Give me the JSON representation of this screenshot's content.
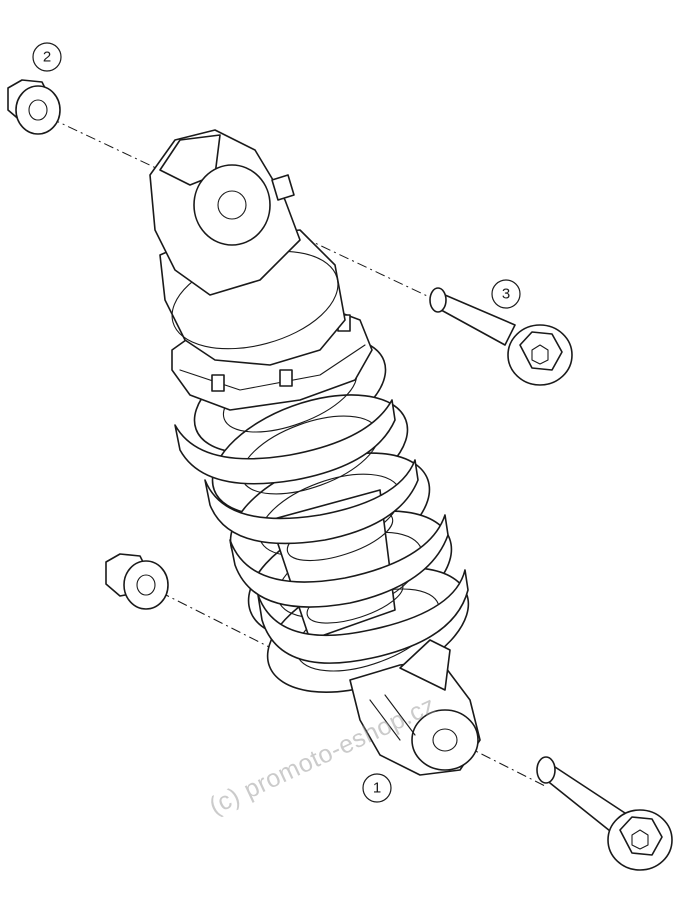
{
  "callouts": [
    {
      "number": "1"
    },
    {
      "number": "2"
    },
    {
      "number": "3"
    }
  ],
  "watermark": "(c) promoto-eshop.cz"
}
